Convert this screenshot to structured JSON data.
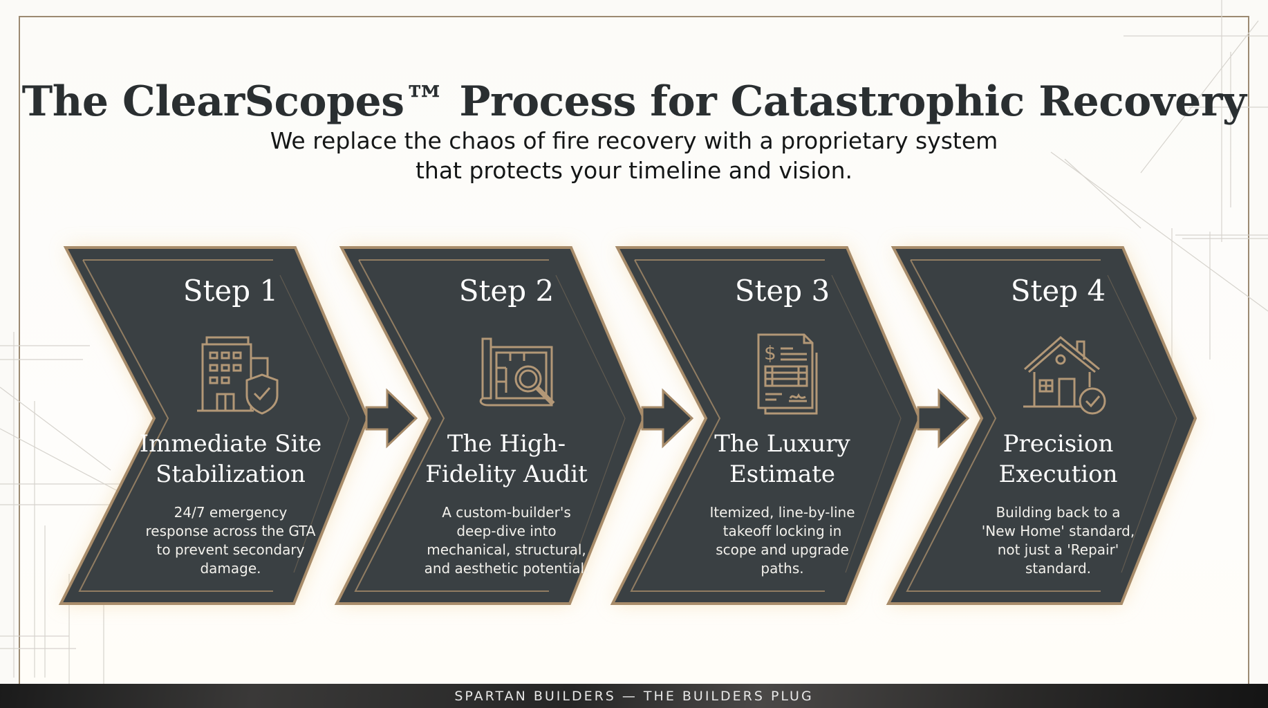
{
  "title": "The ClearScopes™ Process for Catastrophic Recovery",
  "subtitle": {
    "line1": "We replace the chaos of fire recovery with a proprietary system",
    "line2": "that protects your timeline and vision."
  },
  "colors": {
    "panel": "#3a4043",
    "gold": "#a88c6a",
    "glow": "#f5d9a8",
    "text_dark": "#2a2f31"
  },
  "steps": [
    {
      "number": "Step 1",
      "icon": "building-shield-check-icon",
      "title_line1": "Immediate Site",
      "title_line2": "Stabilization",
      "desc": [
        "24/7 emergency",
        "response across the GTA",
        "to prevent secondary",
        "damage."
      ]
    },
    {
      "number": "Step 2",
      "icon": "blueprint-magnifier-icon",
      "title_line1": "The High-",
      "title_line2": "Fidelity Audit",
      "desc": [
        "A custom-builder's",
        "deep-dive into",
        "mechanical, structural,",
        "and aesthetic potential."
      ]
    },
    {
      "number": "Step 3",
      "icon": "invoice-dollar-icon",
      "title_line1": "The Luxury",
      "title_line2": "Estimate",
      "desc": [
        "Itemized, line-by-line",
        "takeoff locking in",
        "scope and upgrade",
        "paths."
      ]
    },
    {
      "number": "Step 4",
      "icon": "house-check-icon",
      "title_line1": "Precision",
      "title_line2": "Execution",
      "desc": [
        "Building back to a",
        "'New Home' standard,",
        "not just a 'Repair'",
        "standard."
      ]
    }
  ],
  "footer": {
    "text": "SPARTAN BUILDERS — THE BUILDERS PLUG"
  }
}
